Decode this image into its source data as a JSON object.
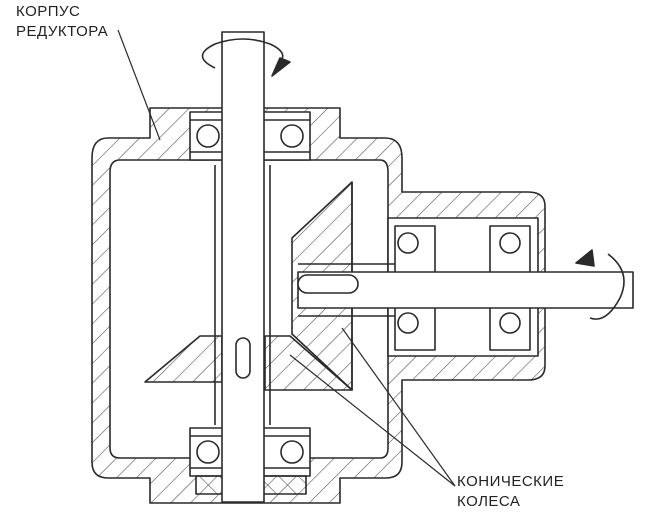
{
  "labels": {
    "housing": {
      "line1": "КОРПУС",
      "line2": "РЕДУКТОРА"
    },
    "gears": {
      "line1": "КОНИЧЕСКИЕ",
      "line2": "КОЛЕСА"
    }
  },
  "colors": {
    "stroke": "#2a2a2a",
    "hatch": "#555555",
    "background": "#ffffff"
  }
}
